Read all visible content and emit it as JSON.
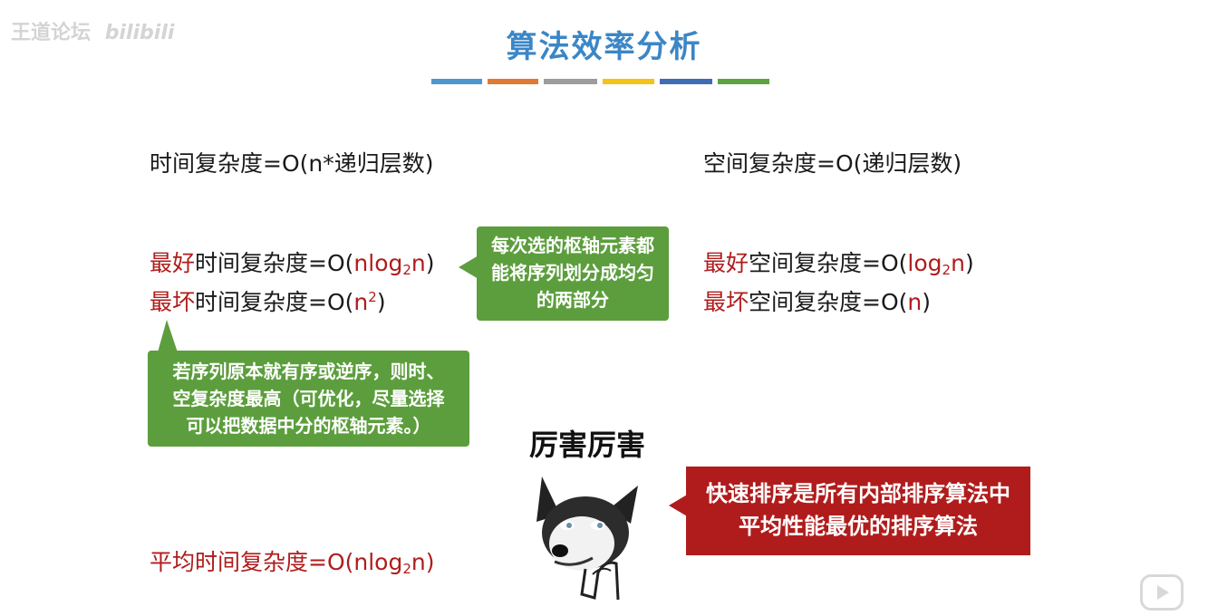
{
  "watermark": {
    "channel": "王道论坛",
    "site": "bilibili"
  },
  "header": {
    "title": "算法效率分析",
    "colors": [
      "#4d97d1",
      "#e07a32",
      "#9d9d9d",
      "#f5c318",
      "#3e6db5",
      "#5da440"
    ]
  },
  "time": {
    "general": "时间复杂度=O(n*递归层数)",
    "best": {
      "prefix": "最好",
      "rest": "时间复杂度=O(",
      "value": "nlog",
      "sub": "2",
      "value2": "n",
      "close": ")"
    },
    "worst": {
      "prefix": "最坏",
      "rest": "时间复杂度=O(",
      "value": "n",
      "sup": "2",
      "close": ")"
    },
    "average": {
      "label": "平均时间复杂度=O(nlog",
      "sub": "2",
      "tail": "n)"
    }
  },
  "space": {
    "general": "空间复杂度=O(递归层数)",
    "best": {
      "prefix": "最好",
      "rest": "空间复杂度=O(",
      "value": "log",
      "sub": "2",
      "value2": "n",
      "close": ")"
    },
    "worst": {
      "prefix": "最坏",
      "rest": "空间复杂度=O(",
      "value": "n",
      "close": ")"
    }
  },
  "callouts": {
    "pivot": [
      "每次选的枢轴元素都",
      "能将序列划分成均匀",
      "的两部分"
    ],
    "worst_case": [
      "若序列原本就有序或逆序，则时、",
      "空复杂度最高（可优化，尽量选择",
      "可以把数据中分的枢轴元素。）"
    ],
    "praise": "厉害厉害",
    "summary": [
      "快速排序是所有内部排序算法中",
      "平均性能最优的排序算法"
    ]
  },
  "meme": {
    "icon": "husky-dog-icon"
  }
}
